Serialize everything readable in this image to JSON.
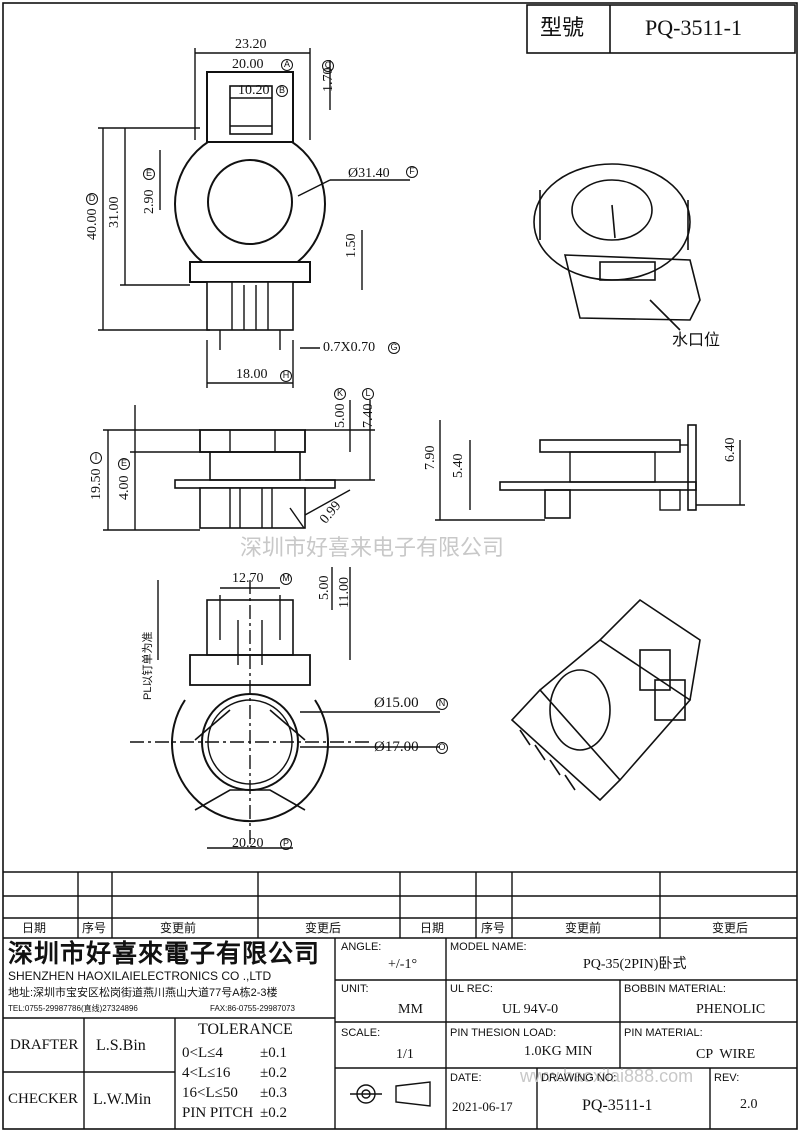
{
  "title_block": {
    "model_label": "型號",
    "model_no": "PQ-3511-1"
  },
  "dims": {
    "d_23_20": "23.20",
    "d_20_00": "20.00",
    "d_10_20": "10.20",
    "d_1_70": "1.70",
    "d_40_00": "40.00",
    "d_31_00": "31.00",
    "d_2_90": "2.90",
    "d_31_40": "31.40",
    "d_1_50": "1.50",
    "d_07x07": "0.7X0.70",
    "d_18_00": "18.00",
    "d_5_00a": "5.00",
    "d_7_40": "7.40",
    "d_19_50": "19.50",
    "d_4_00": "4.00",
    "d_0_99": "0.99",
    "d_7_90": "7.90",
    "d_5_40": "5.40",
    "d_6_40": "6.40",
    "d_12_70": "12.70",
    "d_5_00b": "5.00",
    "d_11_00": "11.00",
    "d_15_00": "Ø15.00",
    "d_17_00": "Ø17.00",
    "d_20_20": "20.20",
    "pl_note": "PL以钉单为准",
    "gate_note": "水口位",
    "markers": {
      "A": "A",
      "B": "B",
      "C": "C",
      "D": "D",
      "E": "E",
      "F": "F",
      "G": "G",
      "H": "H",
      "I": "I",
      "K": "K",
      "L": "L",
      "M": "M",
      "N": "N",
      "O": "O",
      "P": "P"
    }
  },
  "watermark": {
    "company": "深圳市好喜来电子有限公司",
    "url": "www.haoxilai888.com"
  },
  "revision_table": {
    "date": "日期",
    "seq": "序号",
    "before": "变更前",
    "after": "变更后"
  },
  "company": {
    "name_cn": "深圳市好喜來電子有限公司",
    "name_en": "SHENZHEN HAOXILAIELECTRONICS CO .,LTD",
    "address": "地址:深圳市宝安区松岗街道燕川燕山大道77号A栋2-3楼",
    "tel": "TEL:0755-29987786(直线)27324896",
    "fax": "FAX:86-0755-29987073"
  },
  "fields": {
    "angle_label": "ANGLE:",
    "angle_value": "+/-1°",
    "model_name_label": "MODEL NAME:",
    "model_name_value": "PQ-35(2PIN)卧式",
    "unit_label": "UNIT:",
    "unit_value": "MM",
    "ul_rec_label": "UL REC:",
    "ul_rec_value": "UL 94V-0",
    "bobbin_material_label": "BOBBIN MATERIAL:",
    "bobbin_material_value": "PHENOLIC",
    "scale_label": "SCALE:",
    "scale_value": "1/1",
    "pin_load_label": "PIN THESION LOAD:",
    "pin_load_value": "1.0KG MIN",
    "pin_material_label": "PIN MATERIAL:",
    "pin_material_value": "CP  WIRE",
    "date_label": "DATE:",
    "date_value": "2021-06-17",
    "drawing_no_label": "DRAWING NO:",
    "drawing_no_value": "PQ-3511-1",
    "rev_label": "REV:",
    "rev_value": "2.0"
  },
  "people": {
    "drafter_label": "DRAFTER",
    "drafter": "L.S.Bin",
    "checker_label": "CHECKER",
    "checker": "L.W.Min"
  },
  "tolerance": {
    "title": "TOLERANCE",
    "rows": [
      {
        "range": "0<L≤4",
        "tol": "±0.1"
      },
      {
        "range": "4<L≤16",
        "tol": "±0.2"
      },
      {
        "range": "16<L≤50",
        "tol": "±0.3"
      },
      {
        "range": "PIN PITCH",
        "tol": "±0.2"
      }
    ]
  }
}
